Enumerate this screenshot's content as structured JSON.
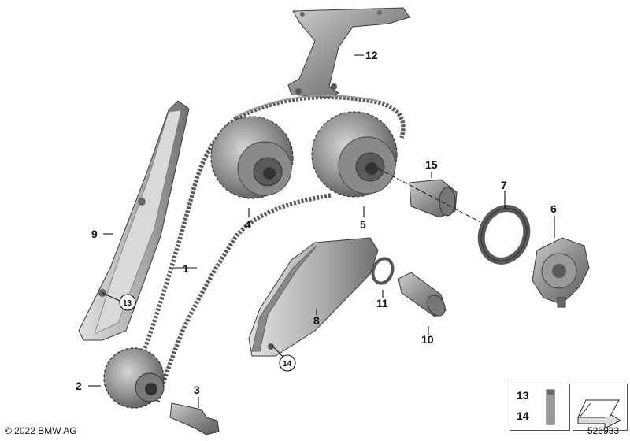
{
  "callouts": [
    {
      "id": "c1",
      "text": "1"
    },
    {
      "id": "c2",
      "text": "2"
    },
    {
      "id": "c3",
      "text": "3"
    },
    {
      "id": "c4",
      "text": "4"
    },
    {
      "id": "c5",
      "text": "5"
    },
    {
      "id": "c6",
      "text": "6"
    },
    {
      "id": "c7",
      "text": "7"
    },
    {
      "id": "c8",
      "text": "8"
    },
    {
      "id": "c9",
      "text": "9"
    },
    {
      "id": "c10",
      "text": "10"
    },
    {
      "id": "c11",
      "text": "11"
    },
    {
      "id": "c12",
      "text": "12"
    },
    {
      "id": "c13a",
      "text": "13"
    },
    {
      "id": "c14a",
      "text": "14"
    },
    {
      "id": "c15",
      "text": "15"
    }
  ],
  "legend": {
    "num_13": "13",
    "num_14": "14"
  },
  "footer": {
    "copyright": "© 2022 BMW AG",
    "reference": "526933"
  },
  "colors": {
    "part_dark": "#6b6b6b",
    "part_mid": "#8f8f8f",
    "part_light": "#b8b8b8",
    "line": "#111111"
  }
}
